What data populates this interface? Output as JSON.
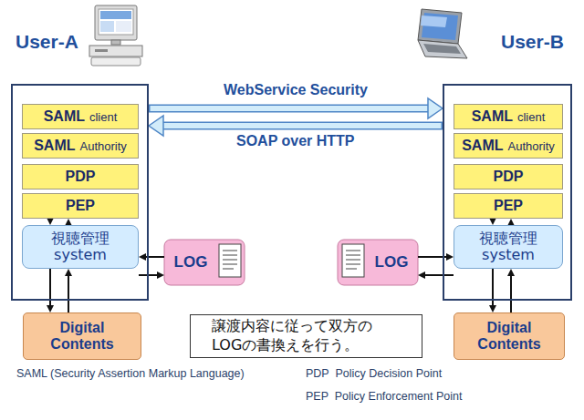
{
  "diagram": {
    "nodes": [
      {
        "text": [
          "User-A"
        ]
      },
      {
        "text": [
          "SAML",
          "client"
        ],
        "in": 0
      },
      {
        "text": [
          "SAML",
          "Authority"
        ],
        "in": 0
      },
      {
        "text": [
          "PDP"
        ],
        "in": 0
      },
      {
        "text": [
          "PEP"
        ],
        "in": 0
      },
      {
        "text": [
          "視聴管理 system"
        ],
        "in": 0
      },
      {
        "text": [
          "Digital Contents"
        ]
      },
      {
        "text": [
          "LOG"
        ]
      },
      {
        "text": [
          "User-B"
        ]
      },
      {
        "text": [
          "SAML",
          "client"
        ],
        "in": 8
      },
      {
        "text": [
          "SAML",
          "Authority"
        ],
        "in": 8
      },
      {
        "text": [
          "PDP"
        ],
        "in": 8
      },
      {
        "text": [
          "PEP"
        ],
        "in": 8
      },
      {
        "text": [
          "視聴管理 system"
        ],
        "in": 8
      },
      {
        "text": [
          "Digital Contents"
        ]
      },
      {
        "text": [
          "LOG"
        ]
      },
      {
        "text": [
          "譲渡内容に従って双方のLOGの書換えを行う。"
        ]
      }
    ],
    "edges": [
      {
        "from": 0,
        "to": 8,
        "arrow": "to",
        "label": "WebService Security"
      },
      {
        "from": 8,
        "to": 0,
        "arrow": "to",
        "label": "SOAP over HTTP"
      },
      {
        "from": 4,
        "to": 5,
        "arrow": "to"
      },
      {
        "from": 5,
        "to": 4,
        "arrow": "to"
      },
      {
        "from": 5,
        "to": 6,
        "arrow": "to"
      },
      {
        "from": 6,
        "to": 5,
        "arrow": "to"
      },
      {
        "from": 7,
        "to": 5,
        "arrow": "to"
      },
      {
        "from": 5,
        "to": 7,
        "arrow": "to"
      },
      {
        "from": 12,
        "to": 13,
        "arrow": "to"
      },
      {
        "from": 13,
        "to": 12,
        "arrow": "to"
      },
      {
        "from": 13,
        "to": 14,
        "arrow": "to"
      },
      {
        "from": 14,
        "to": 13,
        "arrow": "to"
      },
      {
        "from": 15,
        "to": 13,
        "arrow": "to"
      },
      {
        "from": 13,
        "to": 15,
        "arrow": "to"
      }
    ],
    "labels": [
      "SAML (Security Assertion Markup Language)",
      "PDP  Policy Decision Point",
      "PEP  Policy Enforcement Point"
    ]
  }
}
